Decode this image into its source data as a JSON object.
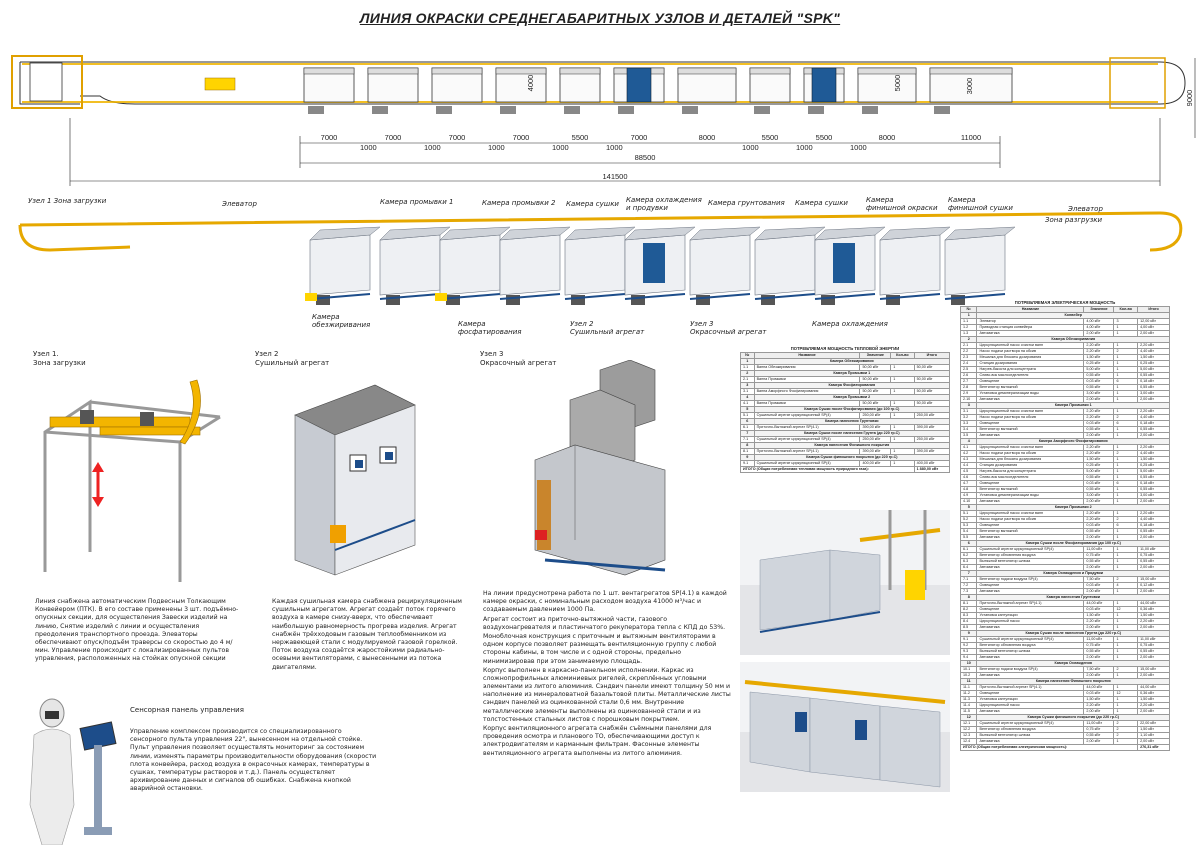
{
  "title": "ЛИНИЯ ОКРАСКИ СРЕДНЕГАБАРИТНЫХ УЗЛОВ И ДЕТАЛЕЙ \"SPK\"",
  "plan": {
    "segments": [
      "7000",
      "7000",
      "7000",
      "7000",
      "5500",
      "7000",
      "8000",
      "5500",
      "5500",
      "8000",
      "11000"
    ],
    "gaps": [
      "1000",
      "1000",
      "1000",
      "1000",
      "1000",
      "1000",
      "1000",
      "1000"
    ],
    "dim_4000": "4000",
    "dim_5000": "5000",
    "dim_3000": "3000",
    "dim_9000": "9000",
    "total_inner": "88500",
    "total_outer": "141500"
  },
  "iso_labels": {
    "unit1": "Узел 1\nЗона загрузки",
    "elevator1": "Элеватор",
    "wash1": "Камера промывки 1",
    "wash2": "Камера промывки 2",
    "dry": "Камера сушки",
    "cool_blow": "Камера охлаждения\nи продувки",
    "primer": "Камера грунтования",
    "dry2": "Камера сушки",
    "finish_paint": "Камера\nфинишной окраски",
    "finish_dry": "Камера\nфинишной сушки",
    "elevator2": "Элеватор",
    "unload": "Зона разгрузки",
    "degrease": "Камера\nобезжиривания",
    "phosphate": "Камера\nфосфатирования",
    "unit2": "Узел 2\nСушильный агрегат",
    "unit3": "Узел 3\nОкрасочный агрегат",
    "cool": "Камера охлаждения"
  },
  "nodes": {
    "n1": "Узел 1.\nЗона загрузки",
    "n2": "Узел 2\nСушильный агрегат",
    "n3": "Узел 3\nОкрасочный агрегат"
  },
  "texts": {
    "conveyor": "Линия снабжена автоматическим Подвесным Толкающим Конвейером (ПТК). В его составе применены 3 шт. подъёмно-опускных секции, для осуществления Завески изделий на линию, Снятие изделий с линии и осуществления преодоления транспортного проезда. Элеваторы обеспечивают опуск/подъём траверсы со скоростью до 4 м/мин. Управление происходит с локализированных пультов управления, расположенных на стойках опускной секции",
    "dryer": "Каждая сушильная камера снабжена рециркуляционным сушильным агрегатом. Агрегат создаёт поток горячего воздуха в камере снизу-вверх, что обеспечивает наибольшую равномерность прогрева изделия. Агрегат снабжён трёхходовым газовым теплообменником из нержавеющей стали с модулируемой газовой горелкой. Поток воздуха создаётся жаростойкими радиально-осевыми вентиляторами, с вынесенными из потока двигателями.",
    "paint_p1": "На линии предусмотрена работа по 1 шт. вентагрегатов SP(4.1) в каждой камере окраски, с номинальным расходом воздуха 41000 м³/час и создаваемым давлением 1000 Па.",
    "paint_p2": "Агрегат состоит из приточно-вытяжной части, газового воздухонагревателя и пластинчатого рекуператора тепла с КПД до 53%.",
    "paint_p3": "Моноблочная конструкция с приточным и вытяжным вентиляторами в одном корпусе позволяет размещать вентиляционную группу с любой стороны кабины, в том числе и с одной стороны, предельно минимизировав при этом занимаемую площадь.",
    "paint_p4": "Корпус выполнен в каркасно-панельном исполнении. Каркас из сложнопрофильных алюминиевых ригелей, скреплённых угловыми элементами из литого алюминия. Сэндвич панели имеют толщину 50 мм и наполнение из минераловатной базальтовой плиты. Металлические листы сэндвич панелей из оцинкованной стали 0,6 мм. Внутренние металлические элементы выполнены из оцинкованной стали и из толстостенных стальных листов с порошковым покрытием.",
    "paint_p5": "Корпус вентиляционного агрегата снабжён съёмными панелями для проведения осмотра и планового ТО, обеспечивающими доступ к электродвигателям и карманным фильтрам. Фасонные элементы вентиляционного агрегата выполнены из литого алюминия.",
    "panel_title": "Сенсорная панель управления",
    "panel": "Управление комплексом производится со специализированного сенсорного пульта управления 22\", вынесенном на отдельной стойке. Пульт управления позволяет осуществлять мониторинг за состоянием линии, изменять параметры производительности оборудования (скорости плота конвейера, расход воздуха в окрасочных камерах, температуры в сушках, температуры растворов и т.д.). Панель осуществляет архивирование данных и сигналов об ошибках. Снабжена кнопкой аварийной остановки."
  },
  "heat_table": {
    "title": "ПОТРЕБЛЯЕМАЯ МОЩНОСТЬ ТЕПЛОВОЙ ЭНЕРГИИ",
    "headers": [
      "№",
      "Название",
      "Значение",
      "Кол-во",
      "Итого"
    ],
    "rows": [
      {
        "g": "1",
        "t": "Камера Обезжиривания"
      },
      {
        "c": [
          "1.1",
          "Ванна Обезжиривания",
          "50,00 кВт",
          "1",
          "50,00 кВт"
        ]
      },
      {
        "g": "2",
        "t": "Камера Промывки 1"
      },
      {
        "c": [
          "2.1",
          "Ванна Промывки",
          "50,00 кВт",
          "1",
          "50,00 кВт"
        ]
      },
      {
        "g": "3",
        "t": "Камера Фосфатирования"
      },
      {
        "c": [
          "3.1",
          "Ванна Аморфного Фосфатирования",
          "50,00 кВт",
          "1",
          "50,00 кВт"
        ]
      },
      {
        "g": "4",
        "t": "Камера Промывки 2"
      },
      {
        "c": [
          "4.1",
          "Ванна Промывки",
          "50,00 кВт",
          "1",
          "50,00 кВт"
        ]
      },
      {
        "g": "5",
        "t": "Камера Сушки после Фосфатирования (до 100 гр.С)"
      },
      {
        "c": [
          "5.1",
          "Сушильный агрегат циркуляционный SP(4)",
          "250,00 кВт",
          "1",
          "250,00 кВт"
        ]
      },
      {
        "g": "6",
        "t": "Камера нанесения Грунтовки"
      },
      {
        "c": [
          "6.1",
          "Приточно-Вытяжной агрегат SP(4.1)",
          "390,00 кВт",
          "1",
          "390,00 кВт"
        ]
      },
      {
        "g": "7",
        "t": "Камера Сушки после нанесения Грунта (до 220 гр.С)"
      },
      {
        "c": [
          "7.1",
          "Сушильный агрегат циркуляционный SP(4)",
          "250,00 кВт",
          "1",
          "250,00 кВт"
        ]
      },
      {
        "g": "8",
        "t": "Камера нанесения Финишного покрытия"
      },
      {
        "c": [
          "8.1",
          "Приточно-Вытяжной агрегат SP(4.1)",
          "390,00 кВт",
          "1",
          "390,00 кВт"
        ]
      },
      {
        "g": "9",
        "t": "Камера Сушки финишного покрытия (до 220 гр.С)"
      },
      {
        "c": [
          "9.1",
          "Сушильный агрегат циркуляционный SP(4)",
          "400,00 кВт",
          "1",
          "400,00 кВт"
        ]
      }
    ],
    "total_label": "ИТОГО (Общая потребляемая тепловая мощность природного газа):",
    "total_value": "1 880,00 кВт"
  },
  "power_table": {
    "title": "ПОТРЕБЛЯЕМАЯ ЭЛЕКТРИЧЕСКАЯ МОЩНОСТЬ",
    "headers": [
      "№",
      "Название",
      "Значение",
      "Кол-во",
      "Итого"
    ],
    "rows": [
      {
        "g": "1",
        "t": "Конвейер"
      },
      {
        "c": [
          "1.1",
          "Элеватор",
          "4,00 кВт",
          "3",
          "12,00 кВт"
        ]
      },
      {
        "c": [
          "1.2",
          "Приводная станция конвейера",
          "4,00 кВт",
          "1",
          "4,00 кВт"
        ]
      },
      {
        "c": [
          "1.3",
          "Автоматика",
          "2,00 кВт",
          "1",
          "2,00 кВт"
        ]
      },
      {
        "g": "2",
        "t": "Камера Обезжиривания"
      },
      {
        "c": [
          "2.1",
          "Циркуляционный насос очистки ванн",
          "2,20 кВт",
          "1",
          "2,20 кВт"
        ]
      },
      {
        "c": [
          "2.2",
          "Насос подачи раствора на обсив",
          "2,20 кВт",
          "2",
          "4,40 кВт"
        ]
      },
      {
        "c": [
          "2.3",
          "Мешалка для блокаты дозирования",
          "1,50 кВт",
          "1",
          "1,50 кВт"
        ]
      },
      {
        "c": [
          "2.4",
          "Станция дозирования",
          "0,25 кВт",
          "1",
          "0,25 кВт"
        ]
      },
      {
        "c": [
          "2.5",
          "Нагрев-бакоста для концентрата",
          "5,00 кВт",
          "1",
          "5,00 кВт"
        ]
      },
      {
        "c": [
          "2.6",
          "Сливо-вок маслоотделителя",
          "0,55 кВт",
          "1",
          "0,55 кВт"
        ]
      },
      {
        "c": [
          "2.7",
          "Освещение",
          "0,03 кВт",
          "6",
          "0,18 кВт"
        ]
      },
      {
        "c": [
          "2.8",
          "Вентилятор вытяжной",
          "0,55 кВт",
          "1",
          "0,55 кВт"
        ]
      },
      {
        "c": [
          "2.9",
          "Установка деминерализации воды",
          "3,00 кВт",
          "1",
          "3,00 кВт"
        ]
      },
      {
        "c": [
          "2.10",
          "Автоматика",
          "2,00 кВт",
          "1",
          "2,00 кВт"
        ]
      },
      {
        "g": "3",
        "t": "Камера Промывки 1"
      },
      {
        "c": [
          "3.1",
          "Циркуляционный насос очистки ванн",
          "2,20 кВт",
          "1",
          "2,20 кВт"
        ]
      },
      {
        "c": [
          "3.2",
          "Насос подачи раствора на обсив",
          "2,20 кВт",
          "2",
          "4,40 кВт"
        ]
      },
      {
        "c": [
          "3.3",
          "Освещение",
          "0,03 кВт",
          "6",
          "0,18 кВт"
        ]
      },
      {
        "c": [
          "3.4",
          "Вентилятор вытяжной",
          "0,55 кВт",
          "1",
          "0,55 кВт"
        ]
      },
      {
        "c": [
          "3.5",
          "Автоматика",
          "2,00 кВт",
          "1",
          "2,00 кВт"
        ]
      },
      {
        "g": "4",
        "t": "Камера Аморфного Фосфатирования"
      },
      {
        "c": [
          "4.1",
          "Циркуляционный насос очистки ванн",
          "2,20 кВт",
          "1",
          "2,20 кВт"
        ]
      },
      {
        "c": [
          "4.2",
          "Насос подачи раствора на обсив",
          "2,20 кВт",
          "2",
          "4,40 кВт"
        ]
      },
      {
        "c": [
          "4.3",
          "Мешалка для блокаты дозирования",
          "1,50 кВт",
          "1",
          "1,50 кВт"
        ]
      },
      {
        "c": [
          "4.4",
          "Станция дозирования",
          "0,25 кВт",
          "1",
          "0,25 кВт"
        ]
      },
      {
        "c": [
          "4.5",
          "Нагрев-бакоста для концентрата",
          "5,00 кВт",
          "1",
          "5,00 кВт"
        ]
      },
      {
        "c": [
          "4.6",
          "Сливо-вок маслоотделителя",
          "0,55 кВт",
          "1",
          "0,55 кВт"
        ]
      },
      {
        "c": [
          "4.7",
          "Освещение",
          "0,03 кВт",
          "6",
          "0,18 кВт"
        ]
      },
      {
        "c": [
          "4.8",
          "Вентилятор вытяжной",
          "0,55 кВт",
          "1",
          "0,55 кВт"
        ]
      },
      {
        "c": [
          "4.9",
          "Установка деминерализации воды",
          "3,00 кВт",
          "1",
          "3,00 кВт"
        ]
      },
      {
        "c": [
          "4.10",
          "Автоматика",
          "2,00 кВт",
          "1",
          "2,00 кВт"
        ]
      },
      {
        "g": "5",
        "t": "Камера Промывки 2"
      },
      {
        "c": [
          "5.1",
          "Циркуляционный насос очистки ванн",
          "2,20 кВт",
          "1",
          "2,20 кВт"
        ]
      },
      {
        "c": [
          "5.2",
          "Насос подачи раствора на обсив",
          "2,20 кВт",
          "2",
          "4,40 кВт"
        ]
      },
      {
        "c": [
          "5.3",
          "Освещение",
          "0,03 кВт",
          "6",
          "0,18 кВт"
        ]
      },
      {
        "c": [
          "5.4",
          "Вентилятор вытяжной",
          "0,55 кВт",
          "1",
          "0,55 кВт"
        ]
      },
      {
        "c": [
          "5.5",
          "Автоматика",
          "2,00 кВт",
          "1",
          "2,00 кВт"
        ]
      },
      {
        "g": "6",
        "t": "Камера Сушки после Фосфатирования (до 100 гр.С)"
      },
      {
        "c": [
          "6.1",
          "Сушильный агрегат циркуляционный SP(4)",
          "11,00 кВт",
          "1",
          "11,00 кВт"
        ]
      },
      {
        "c": [
          "6.2",
          "Вентилятор обновления воздуха",
          "0,75 кВт",
          "1",
          "0,75 кВт"
        ]
      },
      {
        "c": [
          "6.3",
          "Вытяжной вентилятор шлюза",
          "0,55 кВт",
          "1",
          "0,55 кВт"
        ]
      },
      {
        "c": [
          "6.4",
          "Автоматика",
          "2,00 кВт",
          "1",
          "2,00 кВт"
        ]
      },
      {
        "g": "7",
        "t": "Камера Охлаждения и Продувки"
      },
      {
        "c": [
          "7.1",
          "Вентилятор подачи воздуха SP(4)",
          "7,50 кВт",
          "2",
          "15,00 кВт"
        ]
      },
      {
        "c": [
          "7.2",
          "Освещение",
          "0,03 кВт",
          "4",
          "0,12 кВт"
        ]
      },
      {
        "c": [
          "7.3",
          "Автоматика",
          "2,00 кВт",
          "1",
          "2,00 кВт"
        ]
      },
      {
        "g": "8",
        "t": "Камера нанесения Грунтовки"
      },
      {
        "c": [
          "8.1",
          "Приточно-Вытяжной агрегат SP(4.1)",
          "44,00 кВт",
          "1",
          "44,00 кВт"
        ]
      },
      {
        "c": [
          "8.2",
          "Освещение",
          "0,03 кВт",
          "12",
          "0,36 кВт"
        ]
      },
      {
        "c": [
          "8.3",
          "Установка каптуляции",
          "1,50 кВт",
          "1",
          "1,50 кВт"
        ]
      },
      {
        "c": [
          "8.4",
          "Циркуляционный насос",
          "2,20 кВт",
          "1",
          "2,20 кВт"
        ]
      },
      {
        "c": [
          "8.5",
          "Автоматика",
          "2,00 кВт",
          "1",
          "2,00 кВт"
        ]
      },
      {
        "g": "9",
        "t": "Камера Сушки после нанесения Грунта (до 220 гр.С)"
      },
      {
        "c": [
          "9.1",
          "Сушильный агрегат циркуляционный SP(4)",
          "11,00 кВт",
          "1",
          "11,00 кВт"
        ]
      },
      {
        "c": [
          "9.2",
          "Вентилятор обновления воздуха",
          "0,75 кВт",
          "1",
          "0,75 кВт"
        ]
      },
      {
        "c": [
          "9.3",
          "Вытяжной вентилятор шлюза",
          "0,55 кВт",
          "1",
          "0,55 кВт"
        ]
      },
      {
        "c": [
          "9.4",
          "Автоматика",
          "2,00 кВт",
          "1",
          "2,00 кВт"
        ]
      },
      {
        "g": "10",
        "t": "Камера Охлаждения"
      },
      {
        "c": [
          "10.1",
          "Вентилятор подачи воздуха SP(4)",
          "7,50 кВт",
          "2",
          "15,00 кВт"
        ]
      },
      {
        "c": [
          "10.2",
          "Автоматика",
          "2,00 кВт",
          "1",
          "2,00 кВт"
        ]
      },
      {
        "g": "11",
        "t": "Камера нанесения Финишного покрытия"
      },
      {
        "c": [
          "11.1",
          "Приточно-Вытяжной агрегат SP(4.1)",
          "44,00 кВт",
          "1",
          "44,00 кВт"
        ]
      },
      {
        "c": [
          "11.2",
          "Освещение",
          "0,03 кВт",
          "12",
          "0,36 кВт"
        ]
      },
      {
        "c": [
          "11.3",
          "Установка каптуляции",
          "1,50 кВт",
          "1",
          "1,50 кВт"
        ]
      },
      {
        "c": [
          "11.4",
          "Циркуляционный насос",
          "2,20 кВт",
          "1",
          "2,20 кВт"
        ]
      },
      {
        "c": [
          "11.5",
          "Автоматика",
          "2,00 кВт",
          "1",
          "2,00 кВт"
        ]
      },
      {
        "g": "12",
        "t": "Камера Сушки финишного покрытия (до 220 гр.С)"
      },
      {
        "c": [
          "12.1",
          "Сушильный агрегат циркуляционный SP(4)",
          "11,00 кВт",
          "2",
          "22,00 кВт"
        ]
      },
      {
        "c": [
          "12.2",
          "Вентилятор обновления воздуха",
          "0,75 кВт",
          "2",
          "1,50 кВт"
        ]
      },
      {
        "c": [
          "12.3",
          "Вытяжной вентилятор шлюза",
          "0,55 кВт",
          "2",
          "1,10 кВт"
        ]
      },
      {
        "c": [
          "12.4",
          "Автоматика",
          "2,00 кВт",
          "1",
          "2,00 кВт"
        ]
      }
    ],
    "total_label": "ИТОГО (Общая потребляемая электрическая мощность):",
    "total_value": "276,31 кВт"
  }
}
